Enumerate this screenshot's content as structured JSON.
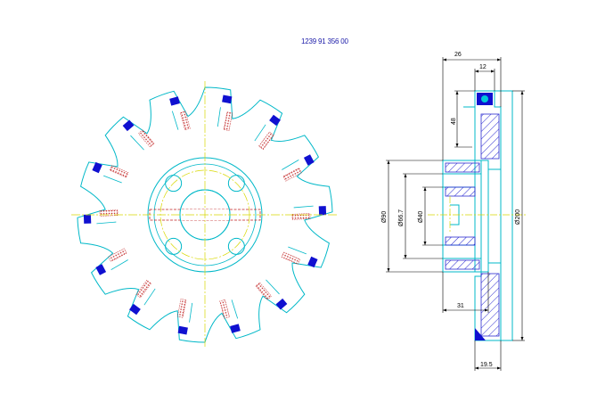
{
  "drawing": {
    "part_number": "1239 91 356 00",
    "colors": {
      "outline": "#00b8c8",
      "centerline": "#d8d800",
      "insert": "#1010d0",
      "pocket_hatch": "#c02020",
      "section_hatch": "#2a2ad0",
      "dimension": "#000000"
    },
    "front_view": {
      "teeth_count": 14,
      "bolt_holes": 4
    },
    "section_view": {
      "dimensions": {
        "width_total": "26",
        "key_width": "12",
        "depth": "48",
        "dia_outer_hub": "Ø90",
        "dia_recess": "Ø66.7",
        "dia_bore": "Ø40",
        "dia_cutter": "Ø200",
        "hub_length": "31",
        "insert_offset": "19.5"
      }
    }
  }
}
